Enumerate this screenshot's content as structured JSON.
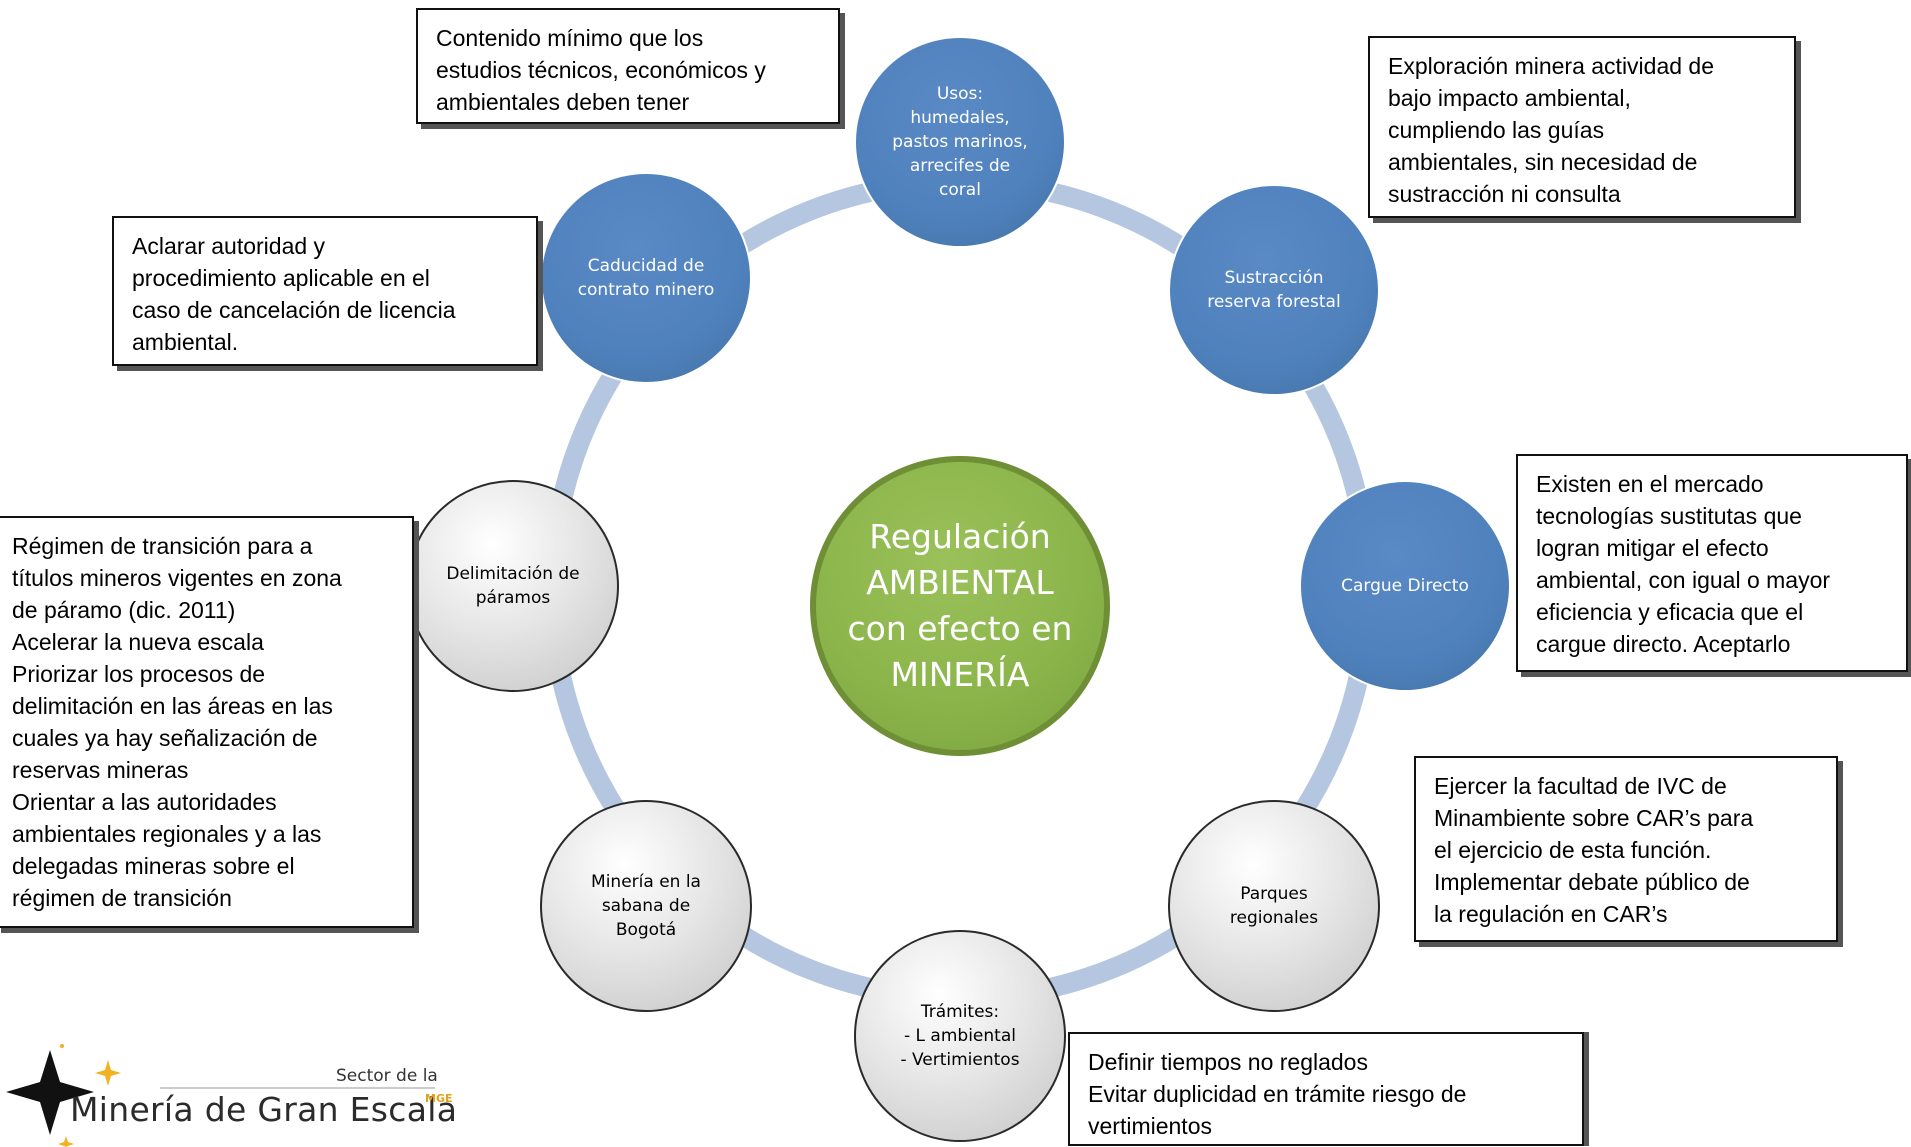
{
  "diagram": {
    "center": {
      "lines": [
        "Regulación",
        "AMBIENTAL",
        "con efecto en",
        "MINERÍA"
      ]
    },
    "nodes": [
      {
        "id": "usos",
        "text": "Usos:\nhumedales,\npastos marinos,\narrecifes de\ncoral",
        "style": "blue"
      },
      {
        "id": "sustraccion",
        "text": "Sustracción\nreserva forestal",
        "style": "blue"
      },
      {
        "id": "cargue",
        "text": "Cargue Directo",
        "style": "blue"
      },
      {
        "id": "parques",
        "text": "Parques\nregionales",
        "style": "gray"
      },
      {
        "id": "tramites",
        "text": "Trámites:\n- L ambiental\n- Vertimientos",
        "style": "gray"
      },
      {
        "id": "mineria-sabana",
        "text": "Minería en la\nsabana de\nBogotá",
        "style": "gray"
      },
      {
        "id": "paramos",
        "text": "Delimitación de\npáramos",
        "style": "gray"
      },
      {
        "id": "caducidad",
        "text": "Caducidad de\ncontrato minero",
        "style": "blue"
      }
    ],
    "notes": {
      "contenido": [
        "Contenido mínimo que los",
        "estudios técnicos, económicos y",
        "ambientales deben tener"
      ],
      "exploracion": [
        "Exploración minera actividad de",
        "bajo impacto ambiental,",
        "cumpliendo las guías",
        "ambientales, sin necesidad de",
        "sustracción ni consulta"
      ],
      "aclarar": [
        "Aclarar autoridad y",
        "procedimiento aplicable en el",
        "caso de cancelación de licencia",
        "ambiental."
      ],
      "existen": [
        "Existen en el mercado",
        "tecnologías sustitutas que",
        "logran mitigar el efecto",
        "ambiental, con igual o mayor",
        "eficiencia y eficacia que el",
        "cargue directo. Aceptarlo"
      ],
      "regimen": [
        "Régimen de transición para a",
        "títulos mineros vigentes en zona",
        "de páramo (dic. 2011)",
        "Acelerar la nueva escala",
        "Priorizar los procesos de",
        "delimitación en las áreas en las",
        "cuales ya hay señalización de",
        "reservas mineras",
        "Orientar a las autoridades",
        "ambientales regionales y a las",
        "delegadas mineras sobre el",
        "régimen de transición"
      ],
      "ejercer": [
        "Ejercer la facultad de IVC de",
        "Minambiente sobre CAR’s para",
        "el ejercicio de esta función.",
        "Implementar debate público de",
        "la regulación en CAR’s"
      ],
      "definir": [
        "Definir tiempos no reglados",
        "Evitar duplicidad en trámite riesgo de",
        "vertimientos"
      ]
    },
    "colors": {
      "blue_node": "#4f81bd",
      "gray_node": "#d9d9d9",
      "center_node": "#8ab44a",
      "ring": "#b4c6e0"
    }
  },
  "logo": {
    "sector": "Sector de la",
    "brand": "Minería de Gran Escala",
    "brand_sup": "MGE"
  }
}
